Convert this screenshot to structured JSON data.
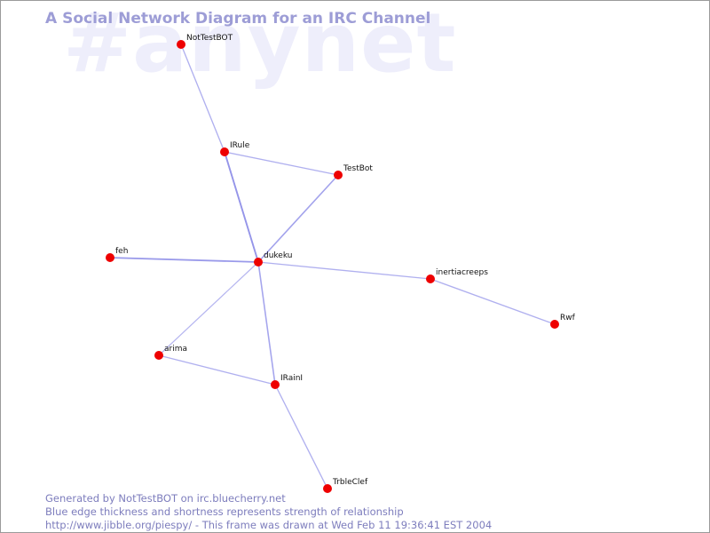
{
  "watermark": "#anynet",
  "title": "A Social Network Diagram for an IRC Channel",
  "nodes": [
    {
      "id": "NotTestBOT",
      "label": "NotTestBOT"
    },
    {
      "id": "IRule",
      "label": "IRule"
    },
    {
      "id": "TestBot",
      "label": "TestBot"
    },
    {
      "id": "feh",
      "label": "feh"
    },
    {
      "id": "dukeku",
      "label": "dukeku"
    },
    {
      "id": "inertiacreeps",
      "label": "inertiacreeps"
    },
    {
      "id": "Rwf",
      "label": "Rwf"
    },
    {
      "id": "arima",
      "label": "arima"
    },
    {
      "id": "IRainI",
      "label": "IRainI"
    },
    {
      "id": "TrbleClef",
      "label": "TrbleClef"
    }
  ],
  "edges": [
    {
      "from": "NotTestBOT",
      "to": "IRule",
      "strength": 1
    },
    {
      "from": "IRule",
      "to": "TestBot",
      "strength": 1
    },
    {
      "from": "IRule",
      "to": "dukeku",
      "strength": 2
    },
    {
      "from": "TestBot",
      "to": "dukeku",
      "strength": 1.5
    },
    {
      "from": "feh",
      "to": "dukeku",
      "strength": 1.8
    },
    {
      "from": "dukeku",
      "to": "inertiacreeps",
      "strength": 1
    },
    {
      "from": "inertiacreeps",
      "to": "Rwf",
      "strength": 1
    },
    {
      "from": "dukeku",
      "to": "arima",
      "strength": 0.8
    },
    {
      "from": "dukeku",
      "to": "IRainI",
      "strength": 1.4
    },
    {
      "from": "arima",
      "to": "IRainI",
      "strength": 1
    },
    {
      "from": "IRainI",
      "to": "TrbleClef",
      "strength": 1
    }
  ],
  "colors": {
    "edge": "#8f8fe8",
    "node": "#ee0000",
    "title": "#9d9dd6",
    "watermark": "#eeeefb",
    "footer": "#7d7dbd"
  },
  "footer": {
    "line1": "Generated by NotTestBOT on irc.bluecherry.net",
    "line2": "Blue edge thickness and shortness represents strength of relationship",
    "line3": "http://www.jibble.org/piespy/ - This frame was drawn at Wed Feb 11 19:36:41 EST 2004"
  }
}
